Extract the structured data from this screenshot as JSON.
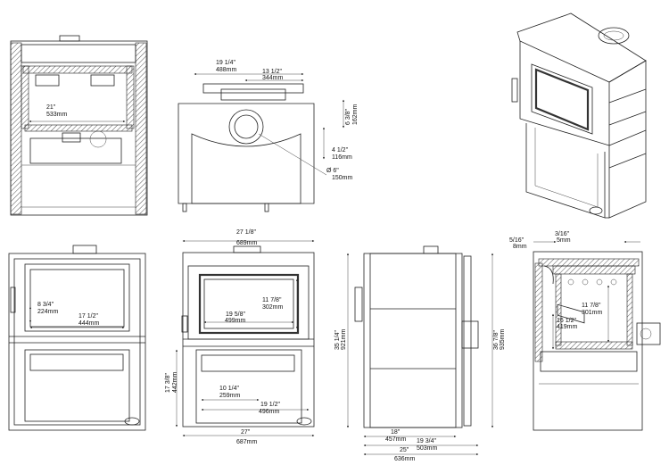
{
  "dimensions": {
    "top_width_in": "19 1/4\"",
    "top_width_mm": "488mm",
    "flue_offset_in": "13 1/2\"",
    "flue_offset_mm": "344mm",
    "flue_depth_in": "6 3/8\"",
    "flue_depth_mm": "162mm",
    "flue_back_in": "4 1/2\"",
    "flue_back_mm": "116mm",
    "flue_dia_in": "Ø 6\"",
    "flue_dia_mm": "150mm",
    "section_width_in": "21\"",
    "section_width_mm": "533mm",
    "overall_width_in": "27 1/8\"",
    "overall_width_mm": "689mm",
    "glass_height_in": "11 7/8\"",
    "glass_height_mm": "302mm",
    "glass_width_in": "19 5/8\"",
    "glass_width_mm": "499mm",
    "opening_height_in": "8 3/4\"",
    "opening_height_mm": "224mm",
    "opening_width_in": "17 1/2\"",
    "opening_width_mm": "444mm",
    "hearth_height_in": "17 3/8\"",
    "hearth_height_mm": "442mm",
    "pedestal_width_in": "10 1/4\"",
    "pedestal_width_mm": "259mm",
    "base_width_in": "19 1/2\"",
    "base_width_mm": "496mm",
    "bottom_width_in": "27\"",
    "bottom_width_mm": "687mm",
    "side_height_in": "35 1/4\"",
    "side_height_mm": "921mm",
    "total_height_in": "36 7/8\"",
    "total_height_mm": "935mm",
    "side_depth_in": "18\"",
    "side_depth_mm": "457mm",
    "depth_mid_in": "19 3/4\"",
    "depth_mid_mm": "503mm",
    "depth_total_in": "25\"",
    "depth_total_mm": "636mm",
    "clear_a_in": "5/16\"",
    "clear_a_mm": "8mm",
    "clear_b_in": "3/16\"",
    "clear_b_mm": "5mm",
    "box_height_in": "11 7/8\"",
    "box_height_mm": "301mm",
    "box_depth_in": "16 1/2\"",
    "box_depth_mm": "419mm"
  }
}
